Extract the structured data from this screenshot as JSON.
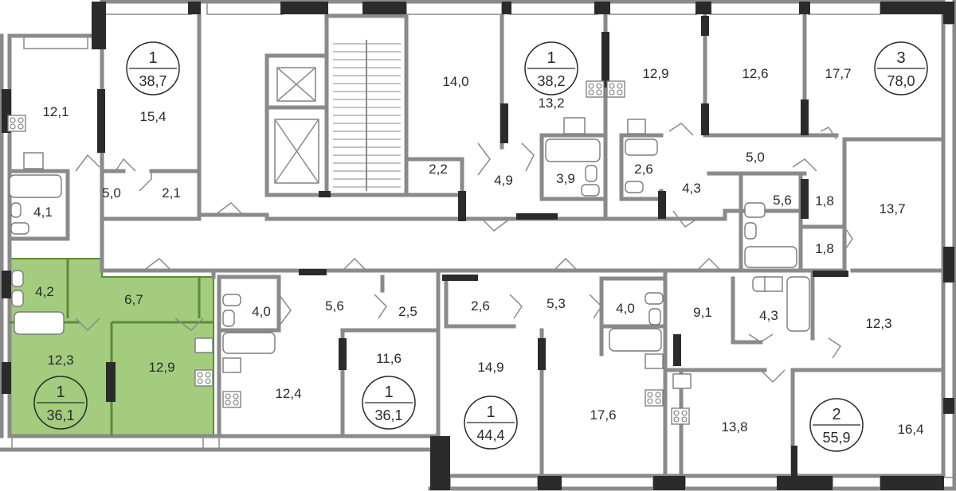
{
  "highlight_color": "#a3cc7f",
  "highlight_wall_color": "#5c8a3a",
  "wall_color": "#8a8a8a",
  "column_color": "#2b2b2b",
  "apartments": [
    {
      "id": "apt-a",
      "rooms": "1",
      "total": "38,7"
    },
    {
      "id": "apt-b",
      "rooms": "1",
      "total": "38,2"
    },
    {
      "id": "apt-c",
      "rooms": "3",
      "total": "78,0"
    },
    {
      "id": "apt-d",
      "rooms": "1",
      "total": "36,1",
      "highlighted": true
    },
    {
      "id": "apt-e",
      "rooms": "1",
      "total": "36,1"
    },
    {
      "id": "apt-f",
      "rooms": "1",
      "total": "44,4"
    },
    {
      "id": "apt-g",
      "rooms": "2",
      "total": "55,9"
    }
  ],
  "room_areas": [
    "12,1",
    "15,4",
    "5,0",
    "2,1",
    "4,1",
    "14,0",
    "13,2",
    "2,2",
    "4,9",
    "3,9",
    "12,9",
    "2,6",
    "12,6",
    "17,7",
    "5,0",
    "4,3",
    "5,6",
    "1,8",
    "1,8",
    "13,7",
    "4,2",
    "6,7",
    "12,3",
    "12,9",
    "4,0",
    "5,6",
    "2,5",
    "12,4",
    "11,6",
    "2,6",
    "5,3",
    "4,0",
    "14,9",
    "17,6",
    "9,1",
    "4,3",
    "12,3",
    "13,8",
    "16,4"
  ]
}
